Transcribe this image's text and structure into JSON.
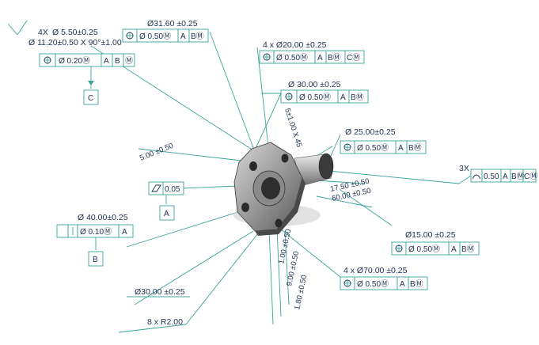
{
  "annotations": {
    "hole_4x_callout": {
      "count": "4X",
      "dia": "Ø 5.50±0.25",
      "cbore": "Ø 11.20±0.50 X 90°±1.00°",
      "fcf": {
        "tol": "Ø 0.20Ⓜ",
        "datums": [
          "A",
          "B",
          "Ⓜ"
        ]
      },
      "datum_id": "C"
    },
    "dim_31_60": {
      "dim": "Ø31.60 ±0.25",
      "fcf": {
        "tol": "Ø 0.50Ⓜ",
        "datums": [
          "A",
          "BⓂ"
        ]
      }
    },
    "dim_20_00": {
      "dim": "4 x Ø20.00 ±0.25",
      "fcf": {
        "tol": "Ø 0.50Ⓜ",
        "datums": [
          "A",
          "BⓂ",
          "CⓂ"
        ]
      }
    },
    "dim_30_00_top": {
      "dim": "Ø 30.00 ±0.25",
      "fcf": {
        "tol": "Ø 0.50Ⓜ",
        "datums": [
          "A",
          "BⓂ"
        ]
      }
    },
    "chamfer": "5±1.00 X 45",
    "dim_25_00": {
      "dim": "Ø 25.00±0.25",
      "fcf": {
        "tol": "Ø 0.50Ⓜ",
        "datums": [
          "A",
          "BⓂ"
        ]
      }
    },
    "profile_3x": {
      "count": "3X",
      "fcf": {
        "tol": "0.50",
        "datums": [
          "A",
          "BⓂ",
          "CⓂ"
        ]
      }
    },
    "dim_5_00": "5.00 ±0.50",
    "flatness": {
      "tol": "0.05",
      "datum_id": "A"
    },
    "dim_17_50": "17.50 ±0.50",
    "dim_60_00": "60.00 ±0.50",
    "dim_40_00": {
      "dim": "Ø 40.00±0.25",
      "fcf": {
        "tol": "Ø 0.10Ⓜ",
        "datums": [
          "A"
        ]
      },
      "datum_id": "B"
    },
    "dim_15_00": {
      "dim": "Ø15.00 ±0.25",
      "fcf": {
        "tol": "Ø 0.50Ⓜ",
        "datums": [
          "A",
          "BⓂ"
        ]
      }
    },
    "dim_1_00": "1.00 ±0.50",
    "dim_70_00": {
      "dim": "4 x Ø70.00 ±0.25",
      "fcf": {
        "tol": "Ø 0.50Ⓜ",
        "datums": [
          "A",
          "BⓂ"
        ]
      }
    },
    "dim_9_00": "9.00 ±0.50",
    "dim_30_00_bottom": "Ø30.00 ±0.25",
    "dim_1_80": "1.80 ±0.50",
    "radius": "8 x R2.00"
  },
  "colors": {
    "leader": "#3aa39a",
    "text": "#1d2f4f",
    "part_dark": "#4a4a4a",
    "part_light": "#c8c8c8"
  }
}
